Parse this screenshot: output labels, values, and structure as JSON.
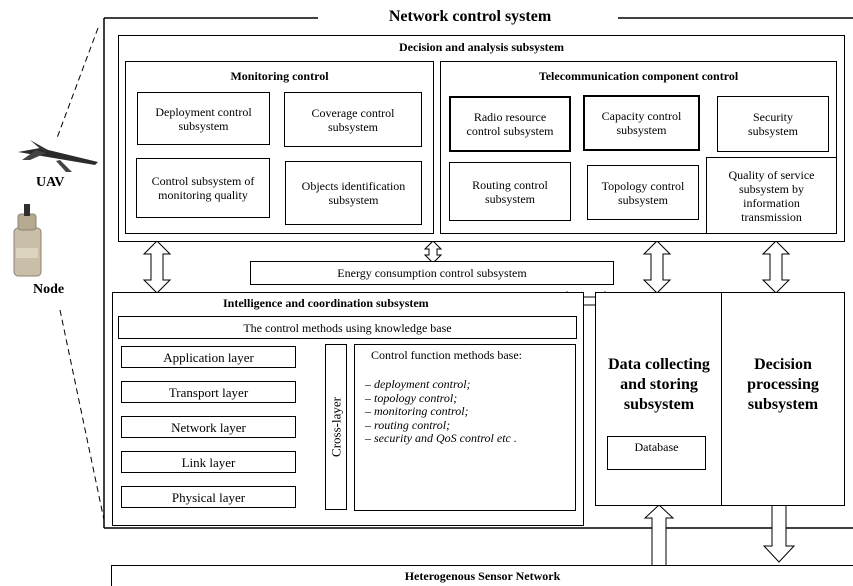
{
  "title": "Network control system",
  "decision": {
    "title": "Decision and analysis subsystem",
    "monitoring": {
      "title": "Monitoring control",
      "items": [
        "Deployment control subsystem",
        "Coverage control subsystem",
        "Control subsystem of monitoring quality",
        "Objects identification subsystem"
      ]
    },
    "telecom": {
      "title": "Telecommunication component control",
      "items": [
        "Radio resource control subsystem",
        "Capacity control subsystem",
        "Security subsystem",
        "Routing control subsystem",
        "Topology control subsystem",
        "Quality of service subsystem by information transmission"
      ]
    }
  },
  "energy": "Energy consumption control subsystem",
  "intelligence": {
    "title": "Intelligence and coordination subsystem",
    "kb": "The control methods using knowledge base",
    "layers": [
      "Application layer",
      "Transport layer",
      "Network layer",
      "Link layer",
      "Physical layer"
    ],
    "cross_layer": "Cross-layer",
    "methods_title": "Control function methods base:",
    "methods": [
      "– deployment control;",
      "– topology control;",
      "– monitoring control;",
      "– routing control;",
      "– security and QoS control etc ."
    ]
  },
  "data_collecting": {
    "title_lines": [
      "Data collecting",
      "and storing",
      "subsystem"
    ],
    "database": "Database"
  },
  "decision_processing": {
    "title_lines": [
      "Decision",
      "processing",
      "subsystem"
    ]
  },
  "uav_label": "UAV",
  "node_label": "Node",
  "hsn": "Heterogenous Sensor Network"
}
